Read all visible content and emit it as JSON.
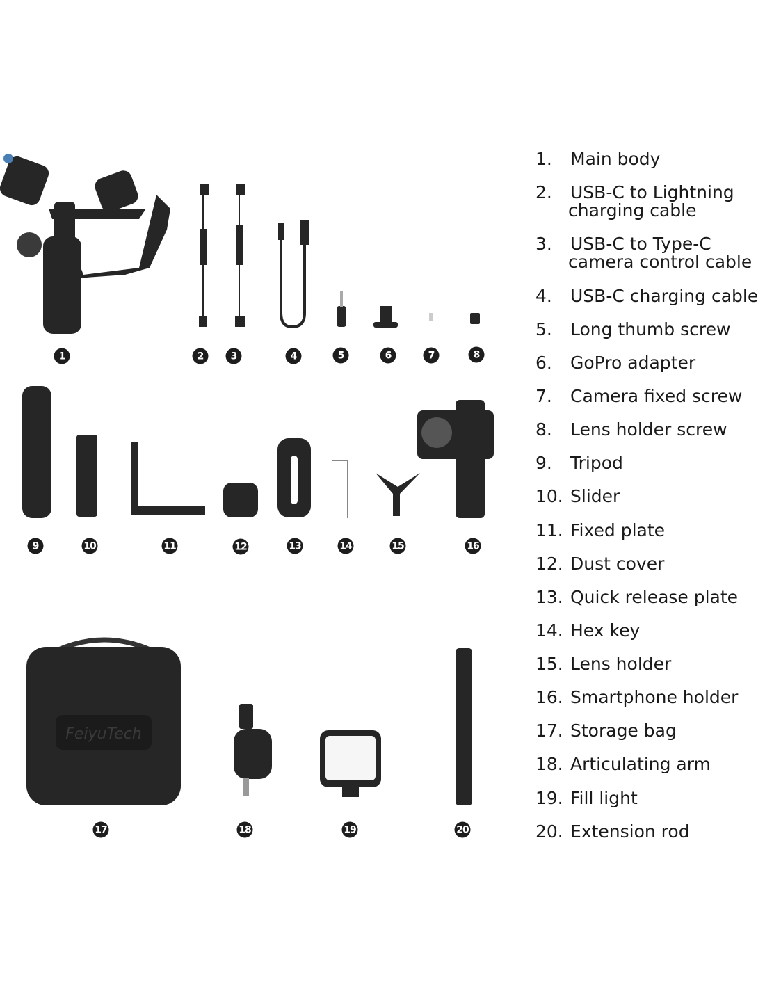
{
  "colors": {
    "product": "#262626",
    "badge": "#1d1d1d",
    "text": "#1a1a1a"
  },
  "case_logo": "FeiyuTech",
  "badges": [
    "1",
    "2",
    "3",
    "4",
    "5",
    "6",
    "7",
    "8",
    "9",
    "10",
    "11",
    "12",
    "13",
    "14",
    "15",
    "16",
    "17",
    "18",
    "19",
    "20"
  ],
  "items": [
    {
      "num": "1.",
      "label": "Main body"
    },
    {
      "num": "2.",
      "label": "USB-C to Lightning",
      "label2": "charging cable"
    },
    {
      "num": "3.",
      "label": "USB-C to Type-C",
      "label2": "camera control cable"
    },
    {
      "num": "4.",
      "label": "USB-C charging cable"
    },
    {
      "num": "5.",
      "label": "Long thumb screw"
    },
    {
      "num": "6.",
      "label": "GoPro adapter"
    },
    {
      "num": "7.",
      "label": "Camera fixed screw"
    },
    {
      "num": "8.",
      "label": "Lens holder screw"
    },
    {
      "num": "9.",
      "label": "Tripod"
    },
    {
      "num": "10.",
      "label": "Slider"
    },
    {
      "num": "11.",
      "label": "Fixed plate"
    },
    {
      "num": "12.",
      "label": "Dust cover"
    },
    {
      "num": "13.",
      "label": "Quick release plate"
    },
    {
      "num": "14.",
      "label": "Hex key"
    },
    {
      "num": "15.",
      "label": "Lens holder"
    },
    {
      "num": "16.",
      "label": "Smartphone holder"
    },
    {
      "num": "17.",
      "label": "Storage bag"
    },
    {
      "num": "18.",
      "label": "Articulating arm"
    },
    {
      "num": "19.",
      "label": "Fill light"
    },
    {
      "num": "20.",
      "label": "Extension rod"
    }
  ]
}
